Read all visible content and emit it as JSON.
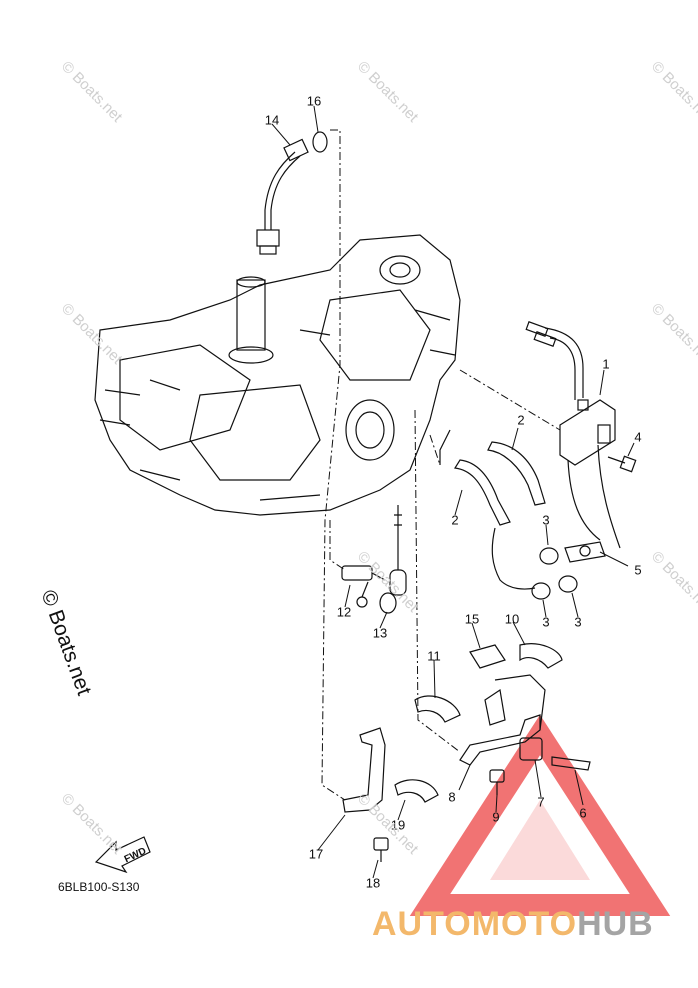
{
  "diagram": {
    "code": "6BLB100-S130",
    "fwd_label": "FWD",
    "brand_watermark": "© Boats.net",
    "callouts": [
      "1",
      "2",
      "2",
      "3",
      "3",
      "3",
      "4",
      "5",
      "6",
      "7",
      "8",
      "9",
      "10",
      "11",
      "12",
      "13",
      "14",
      "15",
      "16",
      "17",
      "18",
      "19"
    ]
  },
  "logo": {
    "part1": "AUTOMOTO",
    "part2": "HUB"
  },
  "colors": {
    "line": "#111111",
    "watermark": "#cfcfcf",
    "logo_red": "#ef5b5b",
    "logo_orange": "#f3b86b",
    "logo_gray": "#a4a4a4"
  }
}
